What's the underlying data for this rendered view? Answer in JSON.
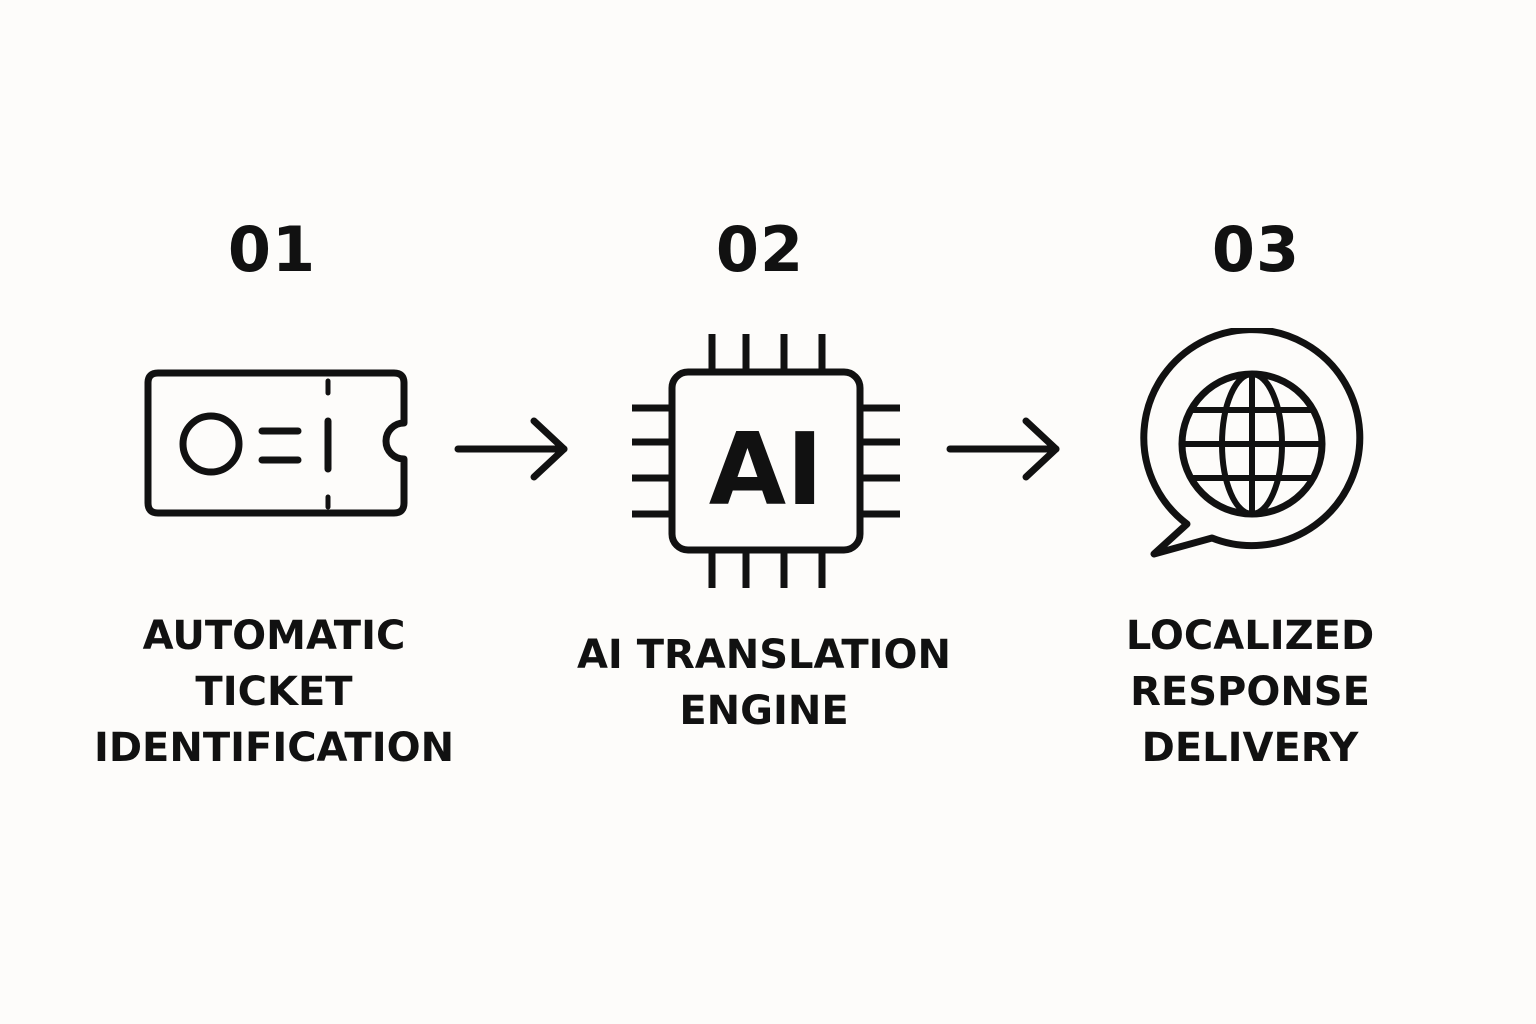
{
  "steps": [
    {
      "number": "01",
      "label_lines": [
        "AUTOMATIC",
        "TICKET",
        "IDENTIFICATION"
      ],
      "icon": "ticket-icon"
    },
    {
      "number": "02",
      "label_lines": [
        "AI TRANSLATION",
        "ENGINE"
      ],
      "icon": "ai-chip-icon",
      "icon_text": "AI"
    },
    {
      "number": "03",
      "label_lines": [
        "LOCALIZED",
        "RESPONSE",
        "DELIVERY"
      ],
      "icon": "globe-speech-bubble-icon"
    }
  ],
  "connectors": [
    "arrow-right-icon",
    "arrow-right-icon"
  ],
  "colors": {
    "background": "#fdfcfa",
    "ink": "#111111"
  }
}
